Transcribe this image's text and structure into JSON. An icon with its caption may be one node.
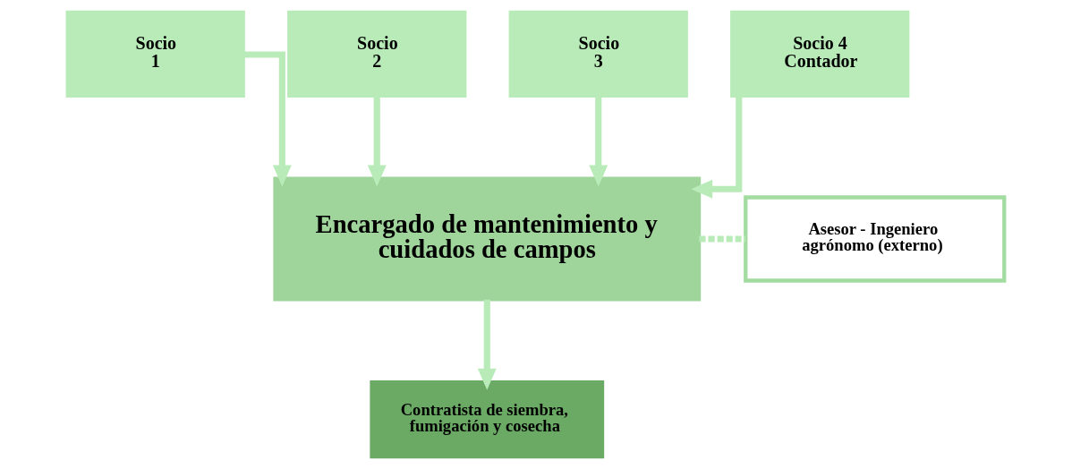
{
  "diagram": {
    "nodes": [
      {
        "text": [
          "Socio 1"
        ]
      },
      {
        "text": [
          "Socio 2"
        ]
      },
      {
        "text": [
          "Socio 3"
        ]
      },
      {
        "text": [
          "Socio 4 Contador"
        ]
      },
      {
        "text": [
          "Encargado de mantenimiento y cuidados de campos"
        ]
      },
      {
        "text": [
          "Asesor - Ingeniero agrónomo (externo)"
        ]
      },
      {
        "text": [
          "Contratista de siembra, fumigación y cosecha"
        ]
      }
    ],
    "edges": [
      {
        "from": 0,
        "to": 4,
        "arrow": "to"
      },
      {
        "from": 1,
        "to": 4,
        "arrow": "to"
      },
      {
        "from": 2,
        "to": 4,
        "arrow": "to"
      },
      {
        "from": 3,
        "to": 4,
        "arrow": "to"
      },
      {
        "from": 4,
        "to": 5,
        "arrow": "none",
        "style": "dashed"
      },
      {
        "from": 4,
        "to": 6,
        "arrow": "to"
      }
    ]
  }
}
